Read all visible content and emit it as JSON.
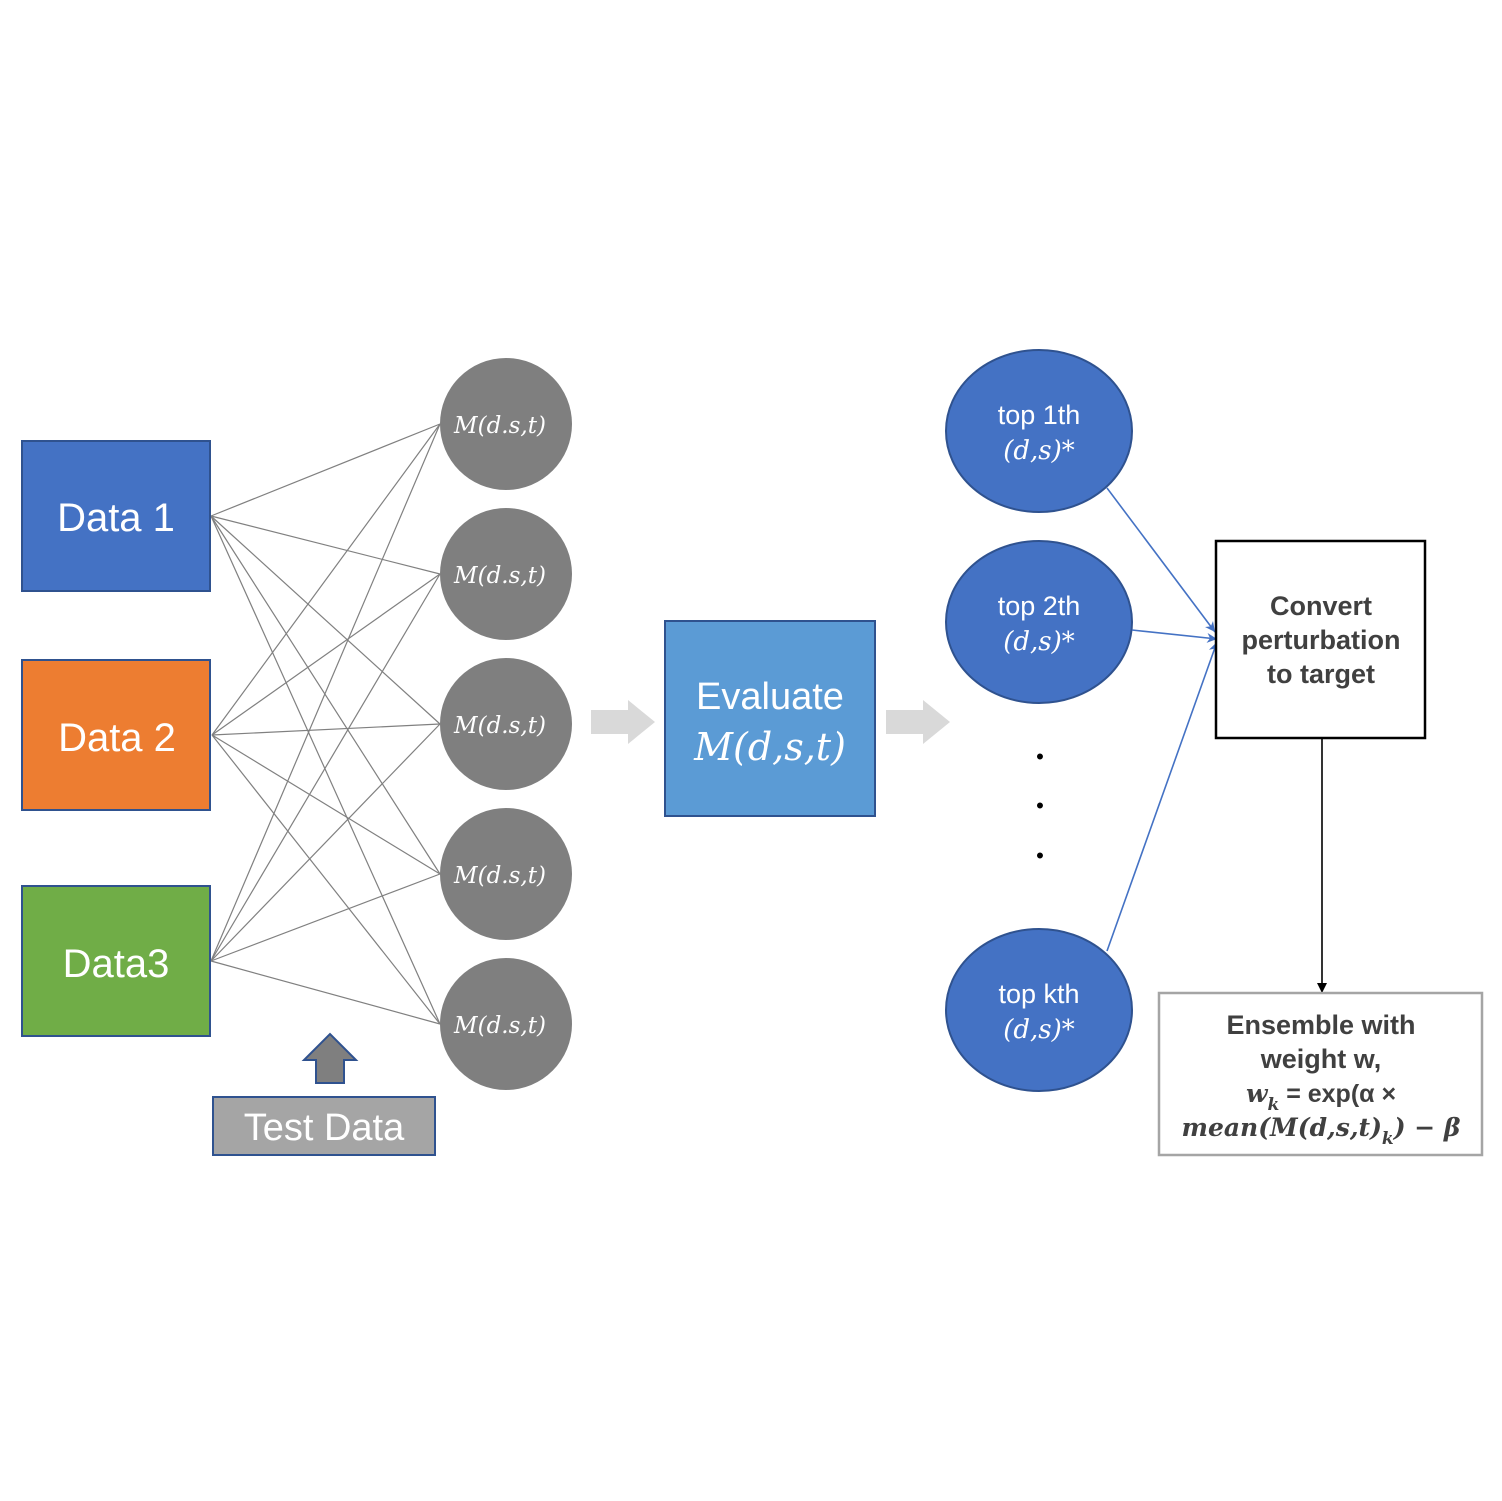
{
  "data_boxes": [
    {
      "label": "Data 1",
      "color": "#4472C4"
    },
    {
      "label": "Data 2",
      "color": "#ED7D31"
    },
    {
      "label": "Data3",
      "color": "#70AD47"
    }
  ],
  "test_data": {
    "label": "Test Data",
    "box_color": "#A5A5A5",
    "arrow_color": "#7F7F7F"
  },
  "model_nodes": [
    {
      "label": "M(d.s,t)"
    },
    {
      "label": "M(d.s,t)"
    },
    {
      "label": "M(d.s,t)"
    },
    {
      "label": "M(d.s,t)"
    },
    {
      "label": "M(d.s,t)"
    }
  ],
  "evaluate": {
    "line1": "Evaluate",
    "line2": "M(d,s,t)",
    "color": "#5B9BD5"
  },
  "top_nodes": [
    {
      "line1": "top 1th",
      "line2": "(d,s)*"
    },
    {
      "line1": "top 2th",
      "line2": "(d,s)*"
    },
    {
      "line1": "top kth",
      "line2": "(d,s)*"
    }
  ],
  "ellipsis_dots": [
    "•",
    "•",
    "•"
  ],
  "convert_box": {
    "lines": [
      "Convert",
      "perturbation",
      "to target"
    ]
  },
  "ensemble_box": {
    "lines": [
      "Ensemble with",
      "weight w,"
    ],
    "formula_w": "w",
    "formula_k": "k",
    "formula_eq": " = exp(α ×",
    "formula_mean": "mean(M(d,s,t)",
    "formula_sub": "k",
    "formula_end": ") − β"
  },
  "colors": {
    "node_gray": "#7F7F7F",
    "top_node": "#4472C4",
    "connector_gray": "#808080",
    "connector_blue": "#4472C4",
    "block_arrow": "#D9D9D9"
  }
}
